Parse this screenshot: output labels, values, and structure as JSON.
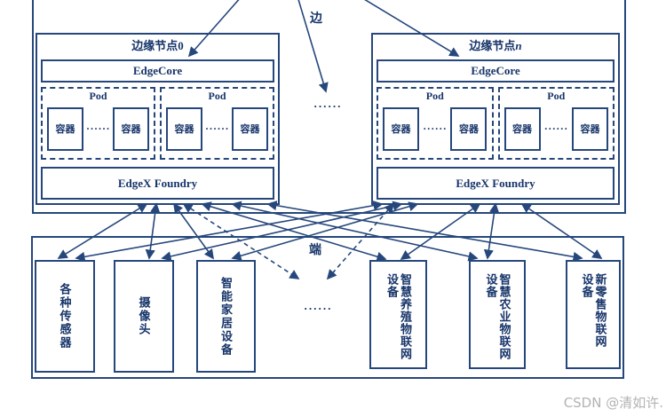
{
  "colors": {
    "line": "#26477c",
    "text": "#17356a",
    "watermark": "#b3b3b3",
    "background": "#ffffff"
  },
  "top_region": {
    "edge_side_label": "边",
    "more_nodes_ellipsis": "······"
  },
  "edge_nodes": [
    {
      "title_prefix": "边缘节点",
      "title_index": "0",
      "edgecore_label": "EdgeCore",
      "pods": [
        {
          "label": "Pod",
          "container_left": "容器",
          "ellipsis": "······",
          "container_right": "容器"
        },
        {
          "label": "Pod",
          "container_left": "容器",
          "ellipsis": "······",
          "container_right": "容器"
        }
      ],
      "edgex_label": "EdgeX Foundry"
    },
    {
      "title_prefix": "边缘节点",
      "title_index": "n",
      "edgecore_label": "EdgeCore",
      "pods": [
        {
          "label": "Pod",
          "container_left": "容器",
          "ellipsis": "······",
          "container_right": "容器"
        },
        {
          "label": "Pod",
          "container_left": "容器",
          "ellipsis": "······",
          "container_right": "容器"
        }
      ],
      "edgex_label": "EdgeX Foundry"
    }
  ],
  "device_layer": {
    "side_label": "端",
    "more_devices_ellipsis": "······",
    "devices": [
      {
        "name": "各种传感器"
      },
      {
        "name": "摄像头"
      },
      {
        "name": "智能家居设备"
      },
      {
        "name": "智慧养殖物联网",
        "suffix": "设备"
      },
      {
        "name": "智慧农业物联网",
        "suffix": "设备"
      },
      {
        "name": "新零售物联网",
        "suffix": "设备"
      }
    ]
  },
  "watermark": "CSDN @清如许."
}
